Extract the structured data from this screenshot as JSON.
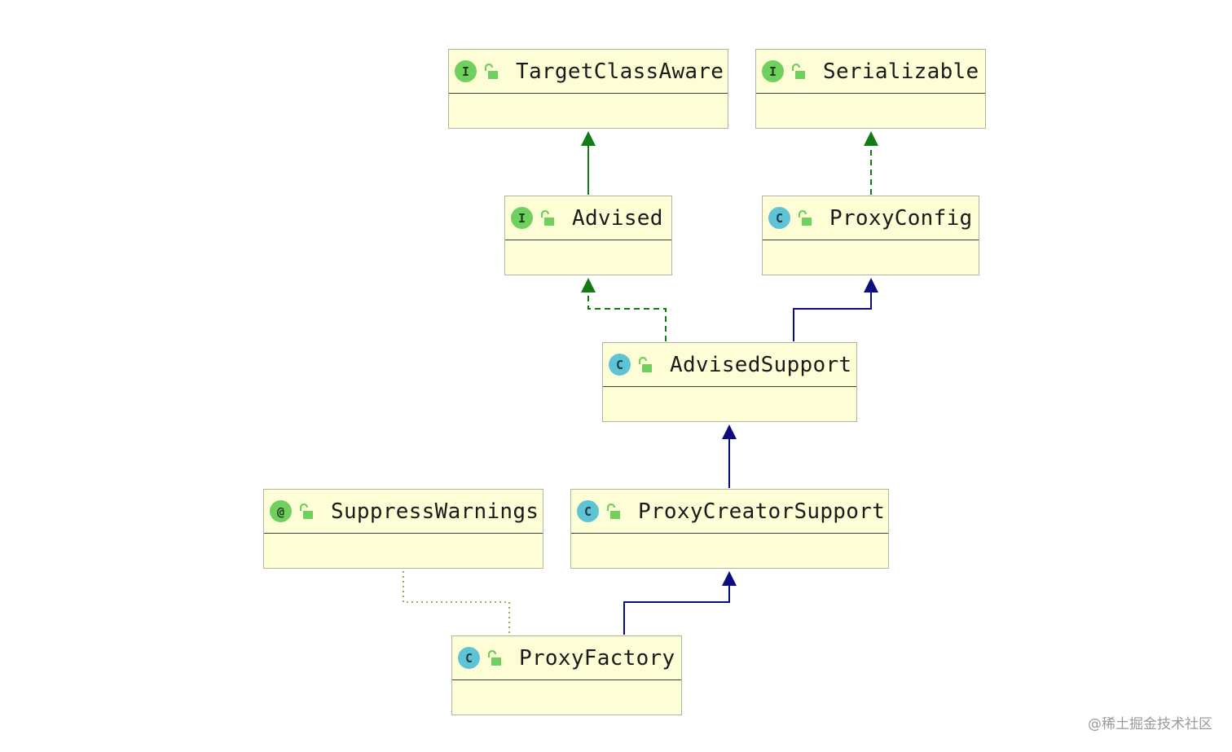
{
  "nodes": [
    {
      "id": "TargetClassAware",
      "kind": "interface",
      "badge": "I",
      "label": "TargetClassAware"
    },
    {
      "id": "Serializable",
      "kind": "interface",
      "badge": "I",
      "label": "Serializable"
    },
    {
      "id": "Advised",
      "kind": "interface",
      "badge": "I",
      "label": "Advised"
    },
    {
      "id": "ProxyConfig",
      "kind": "class",
      "badge": "C",
      "label": "ProxyConfig"
    },
    {
      "id": "AdvisedSupport",
      "kind": "class",
      "badge": "C",
      "label": "AdvisedSupport"
    },
    {
      "id": "SuppressWarnings",
      "kind": "annotation",
      "badge": "@",
      "label": "SuppressWarnings"
    },
    {
      "id": "ProxyCreatorSupport",
      "kind": "class",
      "badge": "C",
      "label": "ProxyCreatorSupport"
    },
    {
      "id": "ProxyFactory",
      "kind": "class",
      "badge": "C",
      "label": "ProxyFactory"
    }
  ],
  "edges": [
    {
      "from": "Advised",
      "to": "TargetClassAware",
      "type": "extends-interface"
    },
    {
      "from": "ProxyConfig",
      "to": "Serializable",
      "type": "implements"
    },
    {
      "from": "AdvisedSupport",
      "to": "Advised",
      "type": "implements"
    },
    {
      "from": "AdvisedSupport",
      "to": "ProxyConfig",
      "type": "extends"
    },
    {
      "from": "ProxyCreatorSupport",
      "to": "AdvisedSupport",
      "type": "extends"
    },
    {
      "from": "ProxyFactory",
      "to": "ProxyCreatorSupport",
      "type": "extends"
    },
    {
      "from": "ProxyFactory",
      "to": "SuppressWarnings",
      "type": "annotated-with"
    }
  ],
  "colors": {
    "node_fill": "#fefed6",
    "interface_edge": "#137b13",
    "class_edge": "#0c0c80",
    "annotation_edge": "#7a9a2a",
    "interface_badge": "#6fcf5f",
    "class_badge": "#5fc3d6"
  },
  "watermark": "@稀土掘金技术社区"
}
